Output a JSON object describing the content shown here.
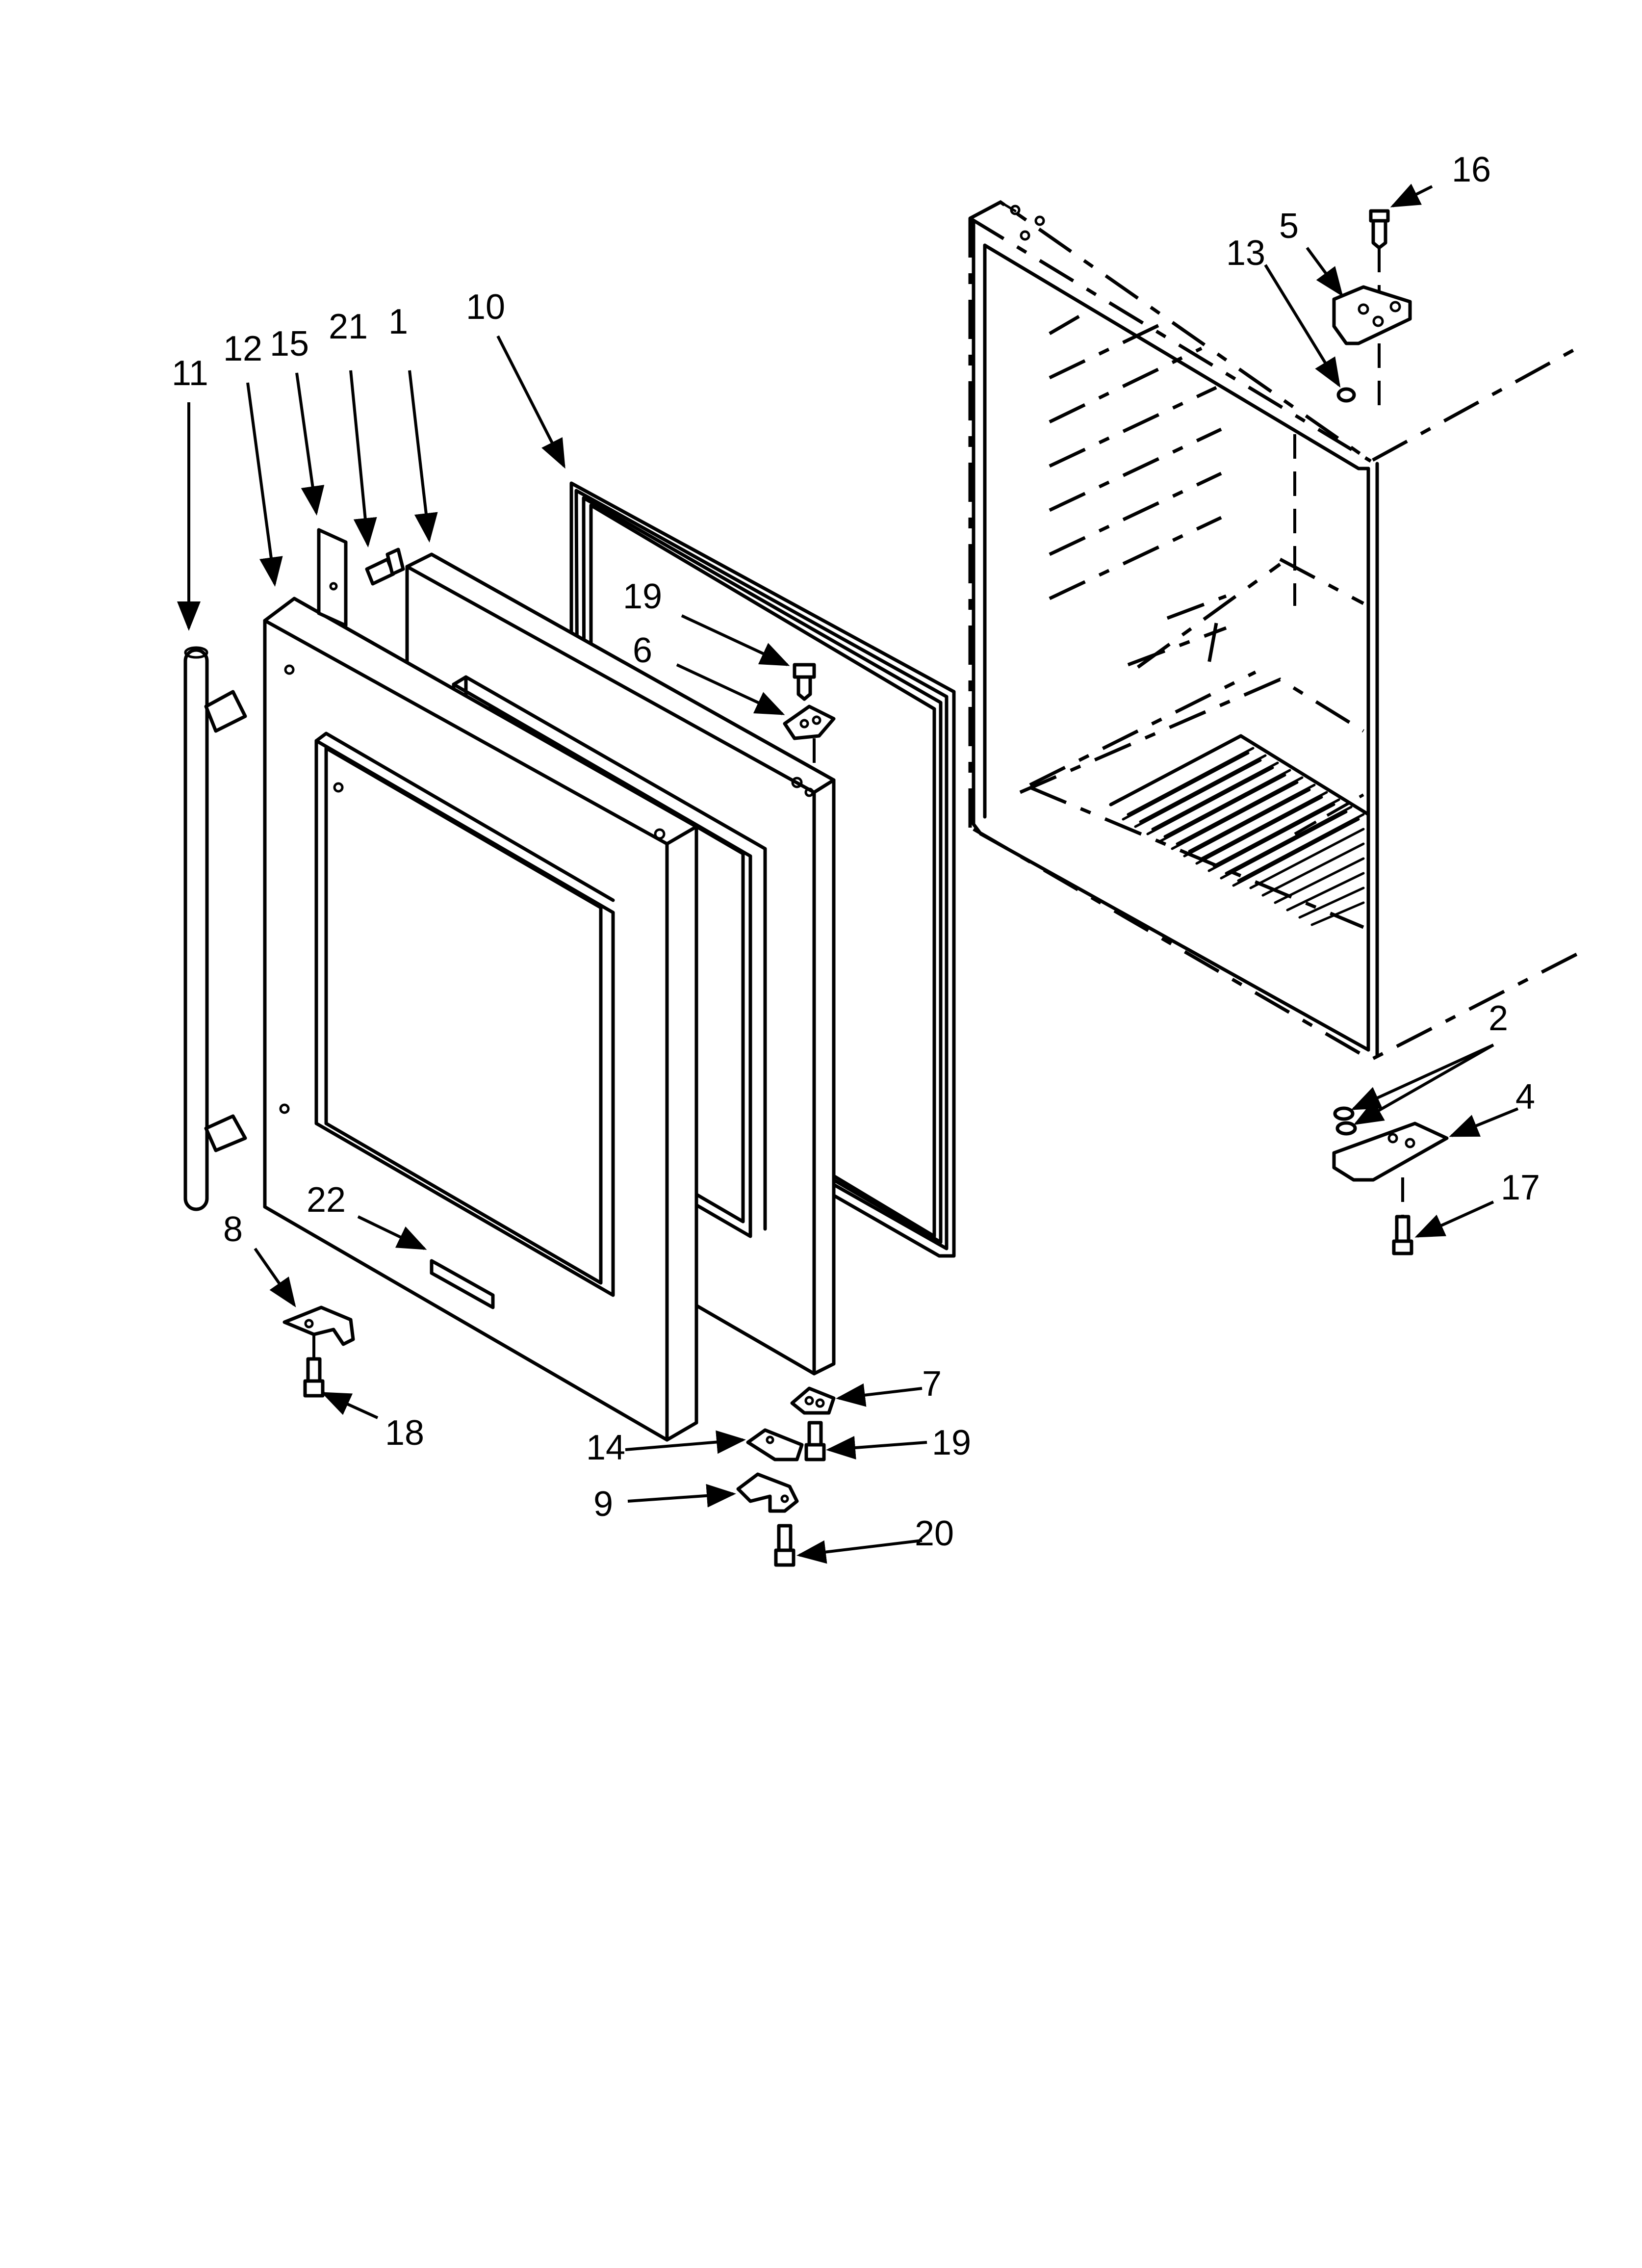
{
  "callouts": [
    {
      "id": "c1",
      "text": "1"
    },
    {
      "id": "c2",
      "text": "2"
    },
    {
      "id": "c4",
      "text": "4"
    },
    {
      "id": "c5",
      "text": "5"
    },
    {
      "id": "c6",
      "text": "6"
    },
    {
      "id": "c7",
      "text": "7"
    },
    {
      "id": "c8",
      "text": "8"
    },
    {
      "id": "c9",
      "text": "9"
    },
    {
      "id": "c10",
      "text": "10"
    },
    {
      "id": "c11",
      "text": "11"
    },
    {
      "id": "c12",
      "text": "12"
    },
    {
      "id": "c13",
      "text": "13"
    },
    {
      "id": "c14",
      "text": "14"
    },
    {
      "id": "c15",
      "text": "15"
    },
    {
      "id": "c16",
      "text": "16"
    },
    {
      "id": "c17",
      "text": "17"
    },
    {
      "id": "c18",
      "text": "18"
    },
    {
      "id": "c19a",
      "text": "19"
    },
    {
      "id": "c19b",
      "text": "19"
    },
    {
      "id": "c20",
      "text": "20"
    },
    {
      "id": "c21",
      "text": "21"
    },
    {
      "id": "c22",
      "text": "22"
    }
  ],
  "colors": {
    "line": "#000000",
    "background": "#ffffff"
  }
}
